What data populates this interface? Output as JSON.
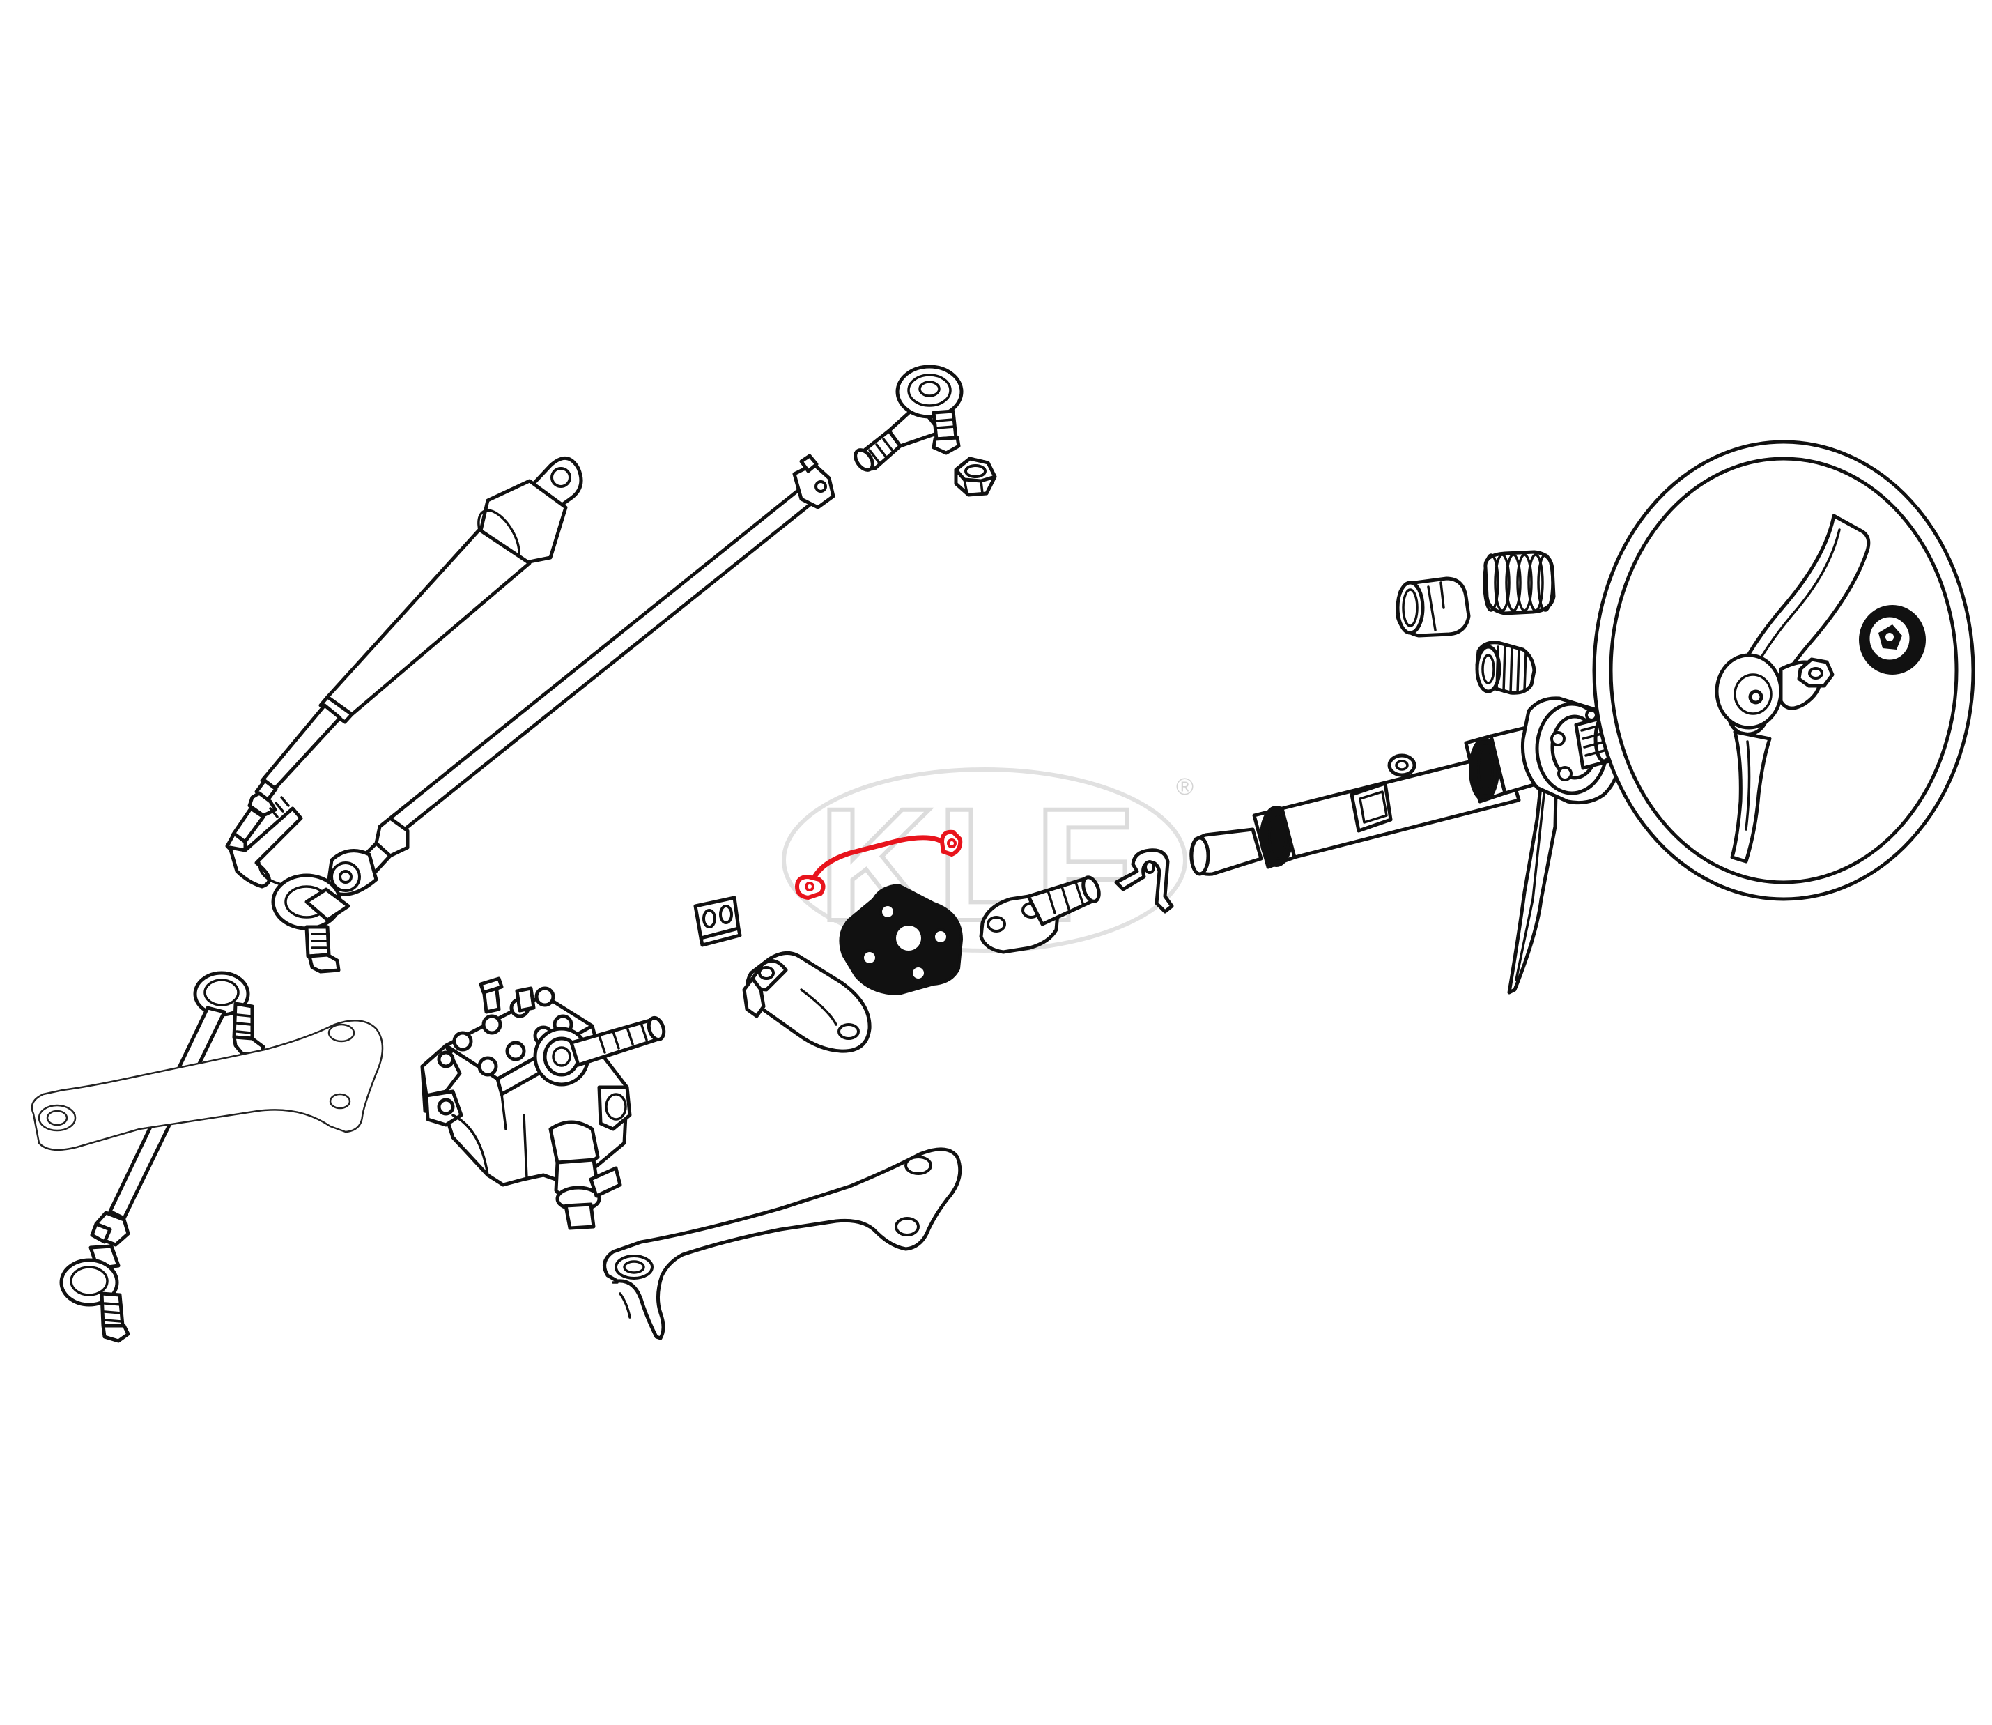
{
  "watermark": {
    "letters": [
      "K",
      "L",
      "F"
    ],
    "registered_mark": "®",
    "color": "#dcdcdc"
  },
  "highlight": {
    "part": "ground-strap",
    "color": "#e8141c"
  },
  "colors": {
    "line": "#111111",
    "background": "#ffffff"
  },
  "parts": [
    "steering-damper",
    "tie-rod-long",
    "tie-rod-end",
    "castle-nut",
    "tie-rod-short",
    "drop-arm-lower",
    "drop-arm-upper",
    "steering-gearbox",
    "clamp-plate",
    "flange",
    "rubber-coupling-disc",
    "ground-strap",
    "shaft-flange",
    "clamp-clip",
    "steering-column",
    "bushing",
    "spring",
    "needle-bearing",
    "turn-signal-switch",
    "screw",
    "steering-wheel",
    "wheel-nut",
    "horn-button"
  ]
}
